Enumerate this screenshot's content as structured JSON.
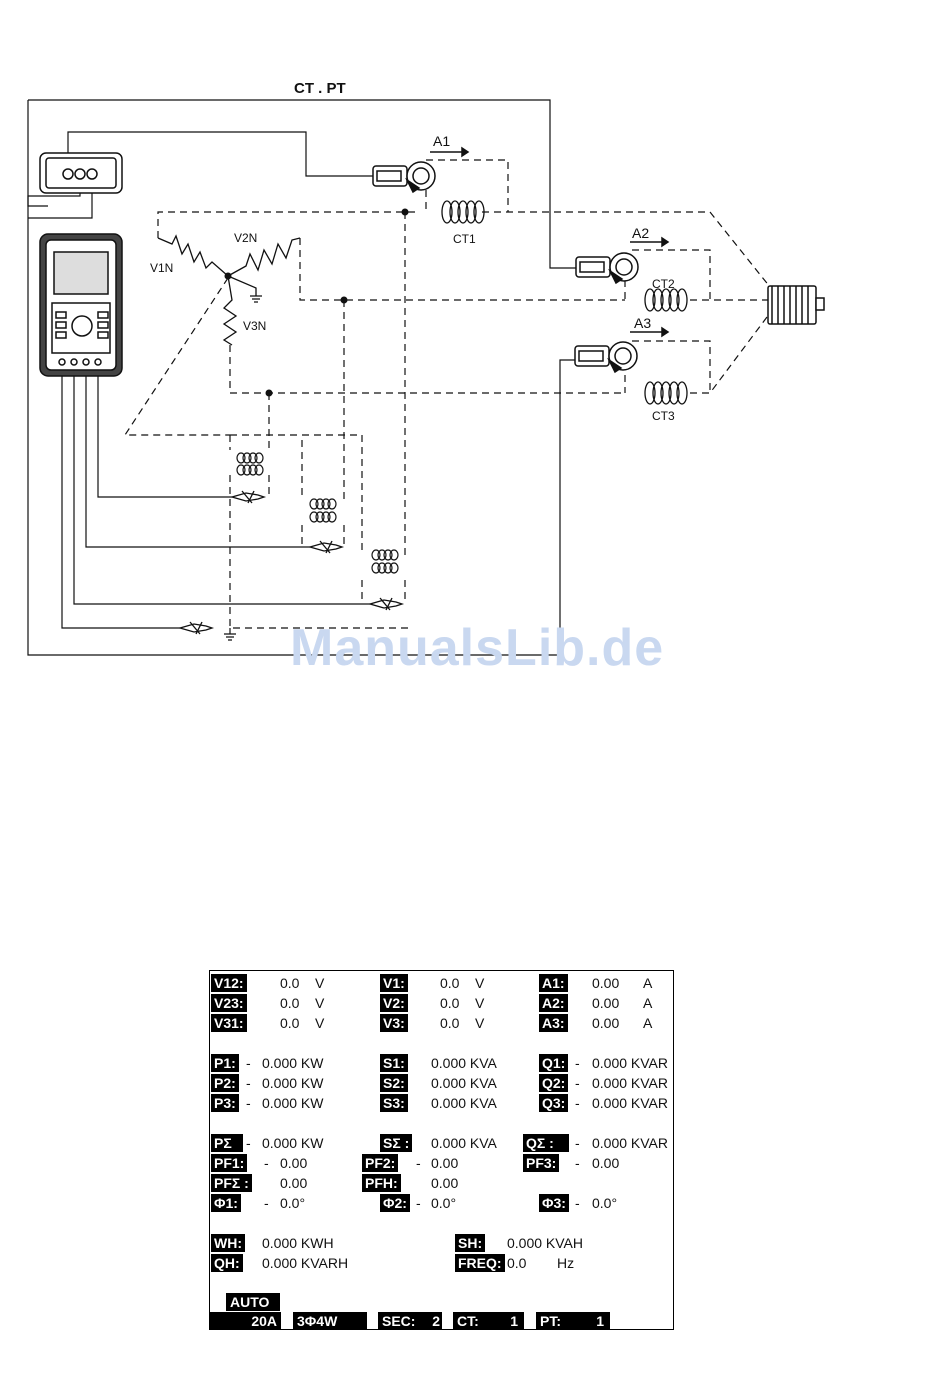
{
  "diagram": {
    "title": "CT . PT",
    "labels": {
      "a1": "A1",
      "a2": "A2",
      "a3": "A3",
      "ct1": "CT1",
      "ct2": "CT2",
      "ct3": "CT3",
      "v1n": "V1N",
      "v2n": "V2N",
      "v3n": "V3N"
    }
  },
  "watermark": "ManualsLib.de",
  "lcd": {
    "v12": {
      "label": "V12:",
      "value": "0.0",
      "unit": "V"
    },
    "v23": {
      "label": "V23:",
      "value": "0.0",
      "unit": "V"
    },
    "v31": {
      "label": "V31:",
      "value": "0.0",
      "unit": "V"
    },
    "v1": {
      "label": "V1:",
      "value": "0.0",
      "unit": "V"
    },
    "v2": {
      "label": "V2:",
      "value": "0.0",
      "unit": "V"
    },
    "v3": {
      "label": "V3:",
      "value": "0.0",
      "unit": "V"
    },
    "a1": {
      "label": "A1:",
      "value": "0.00",
      "unit": "A"
    },
    "a2": {
      "label": "A2:",
      "value": "0.00",
      "unit": "A"
    },
    "a3": {
      "label": "A3:",
      "value": "0.00",
      "unit": "A"
    },
    "p1": {
      "label": "P1:",
      "sign": "-",
      "value": "0.000 KW"
    },
    "p2": {
      "label": "P2:",
      "sign": "-",
      "value": "0.000 KW"
    },
    "p3": {
      "label": "P3:",
      "sign": "-",
      "value": "0.000 KW"
    },
    "s1": {
      "label": "S1:",
      "value": "0.000 KVA"
    },
    "s2": {
      "label": "S2:",
      "value": "0.000 KVA"
    },
    "s3": {
      "label": "S3:",
      "value": "0.000 KVA"
    },
    "q1": {
      "label": "Q1:",
      "sign": "-",
      "value": "0.000 KVAR"
    },
    "q2": {
      "label": "Q2:",
      "sign": "-",
      "value": "0.000 KVAR"
    },
    "q3": {
      "label": "Q3:",
      "sign": "-",
      "value": "0.000 KVAR"
    },
    "psum": {
      "label": "PΣ",
      "sign": "-",
      "value": "0.000 KW"
    },
    "ssum": {
      "label": "SΣ :",
      "value": "0.000 KVA"
    },
    "qsum": {
      "label": "QΣ :",
      "sign": "-",
      "value": "0.000 KVAR"
    },
    "pf1": {
      "label": "PF1:",
      "sign": "-",
      "value": "0.00"
    },
    "pf2": {
      "label": "PF2:",
      "sign": "-",
      "value": "0.00"
    },
    "pf3": {
      "label": "PF3:",
      "sign": "-",
      "value": "0.00"
    },
    "pfsum": {
      "label": "PFΣ :",
      "value": "0.00"
    },
    "pfh": {
      "label": "PFH:",
      "value": "0.00"
    },
    "phi1": {
      "label": "Φ1:",
      "sign": "-",
      "value": "0.0°"
    },
    "phi2": {
      "label": "Φ2:",
      "sign": "-",
      "value": "0.0°"
    },
    "phi3": {
      "label": "Φ3:",
      "sign": "-",
      "value": "0.0°"
    },
    "wh": {
      "label": "WH:",
      "value": "0.000 KWH"
    },
    "qh": {
      "label": "QH:",
      "value": "0.000 KVARH"
    },
    "sh": {
      "label": "SH:",
      "value": "0.000 KVAH"
    },
    "freq": {
      "label": "FREQ:",
      "value": "0.0",
      "unit": "Hz"
    },
    "status": {
      "auto": "AUTO",
      "range": "20A",
      "mode": "3Φ4W",
      "sec_label": "SEC:",
      "sec_value": "2",
      "ct_label": "CT:",
      "ct_value": "1",
      "pt_label": "PT:",
      "pt_value": "1"
    }
  }
}
